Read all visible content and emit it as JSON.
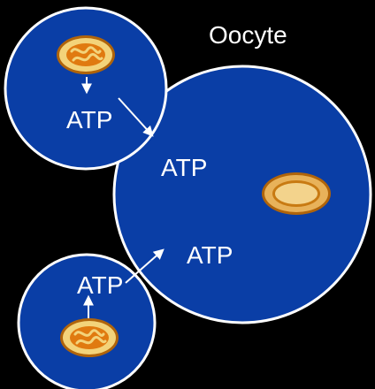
{
  "title": "Oocyte",
  "atp_labels": [
    "ATP",
    "ATP",
    "ATP",
    "ATP"
  ],
  "colors": {
    "background": "#000000",
    "cell_fill": "#0a3ea6",
    "cell_stroke": "#ffffff",
    "mito_fill": "#f3d37a",
    "mito_inner": "#e07a10",
    "nucleus_fill": "#f3d38c",
    "nucleus_ring": "#d08a10",
    "text": "#ffffff"
  },
  "icons": [
    "mitochondrion-icon",
    "mitochondrion-icon",
    "nucleus-icon"
  ]
}
